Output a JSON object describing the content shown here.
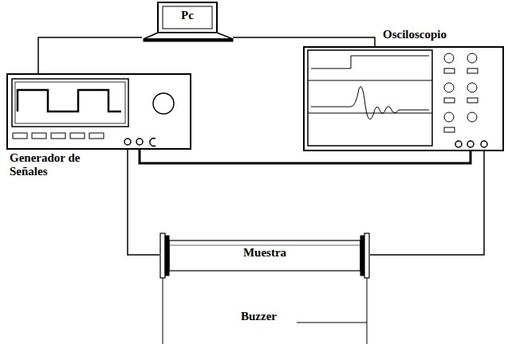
{
  "diagram": {
    "nodes": [
      {
        "text": [
          "Pc"
        ]
      },
      {
        "text": [
          "Osciloscopio"
        ]
      },
      {
        "text": [
          "Generador de Señales"
        ]
      },
      {
        "text": [
          "Muestra"
        ]
      }
    ],
    "edges": [
      {
        "from": 0,
        "to": 2,
        "arrow": "none"
      },
      {
        "from": 0,
        "to": 1,
        "arrow": "none"
      },
      {
        "from": 2,
        "to": 1,
        "arrow": "none"
      },
      {
        "from": 2,
        "to": 3,
        "arrow": "none"
      },
      {
        "from": 3,
        "to": 1,
        "arrow": "none"
      }
    ],
    "labels": [
      "Buzzer"
    ]
  }
}
